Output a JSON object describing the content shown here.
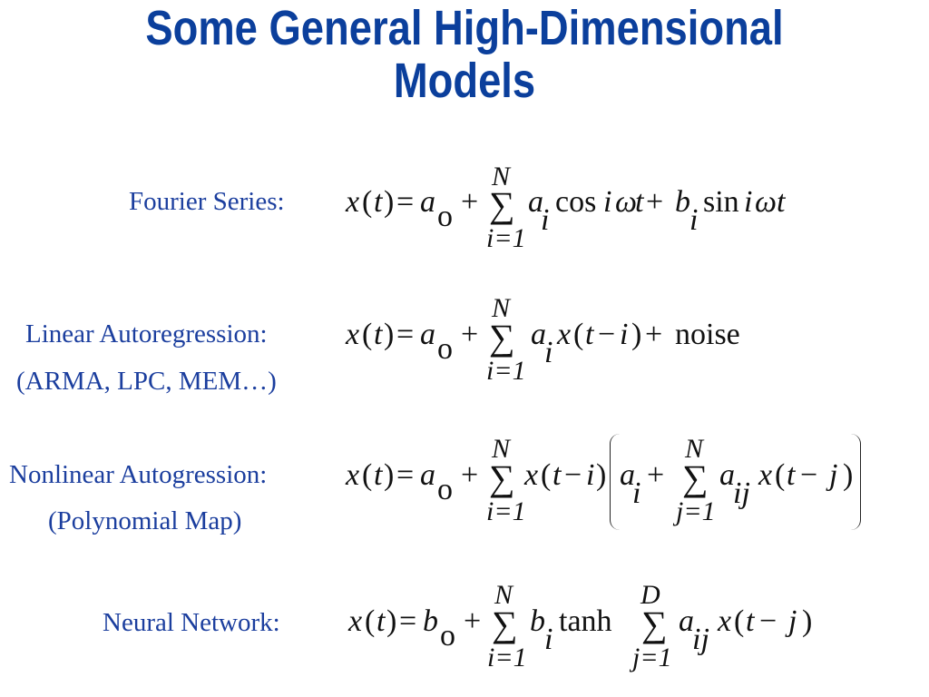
{
  "slide": {
    "title_line1": "Some General High-Dimensional",
    "title_line2": "Models"
  },
  "models": [
    {
      "label": "Fourier Series:"
    },
    {
      "label": "Linear Autoregression:",
      "sublabel": "(ARMA, LPC, MEM…)"
    },
    {
      "label": "Nonlinear Autogression:",
      "sublabel": "(Polynomial Map)"
    },
    {
      "label": "Neural Network:"
    }
  ],
  "glyphs": {
    "x": "x",
    "t": "t",
    "lp": "(",
    "rp": ")",
    "eq": "=",
    "plus": "+",
    "minus": "−",
    "a": "a",
    "b": "b",
    "zero": "o",
    "sum": "∑",
    "N": "N",
    "D": "D",
    "i": "i",
    "j": "j",
    "ij": "ij",
    "one": "1",
    "ieq": "i=1",
    "jeq": "j=1",
    "cos": "cos",
    "sin": "sin",
    "omega": "ω",
    "noise": "noise",
    "tanh": "tanh"
  }
}
